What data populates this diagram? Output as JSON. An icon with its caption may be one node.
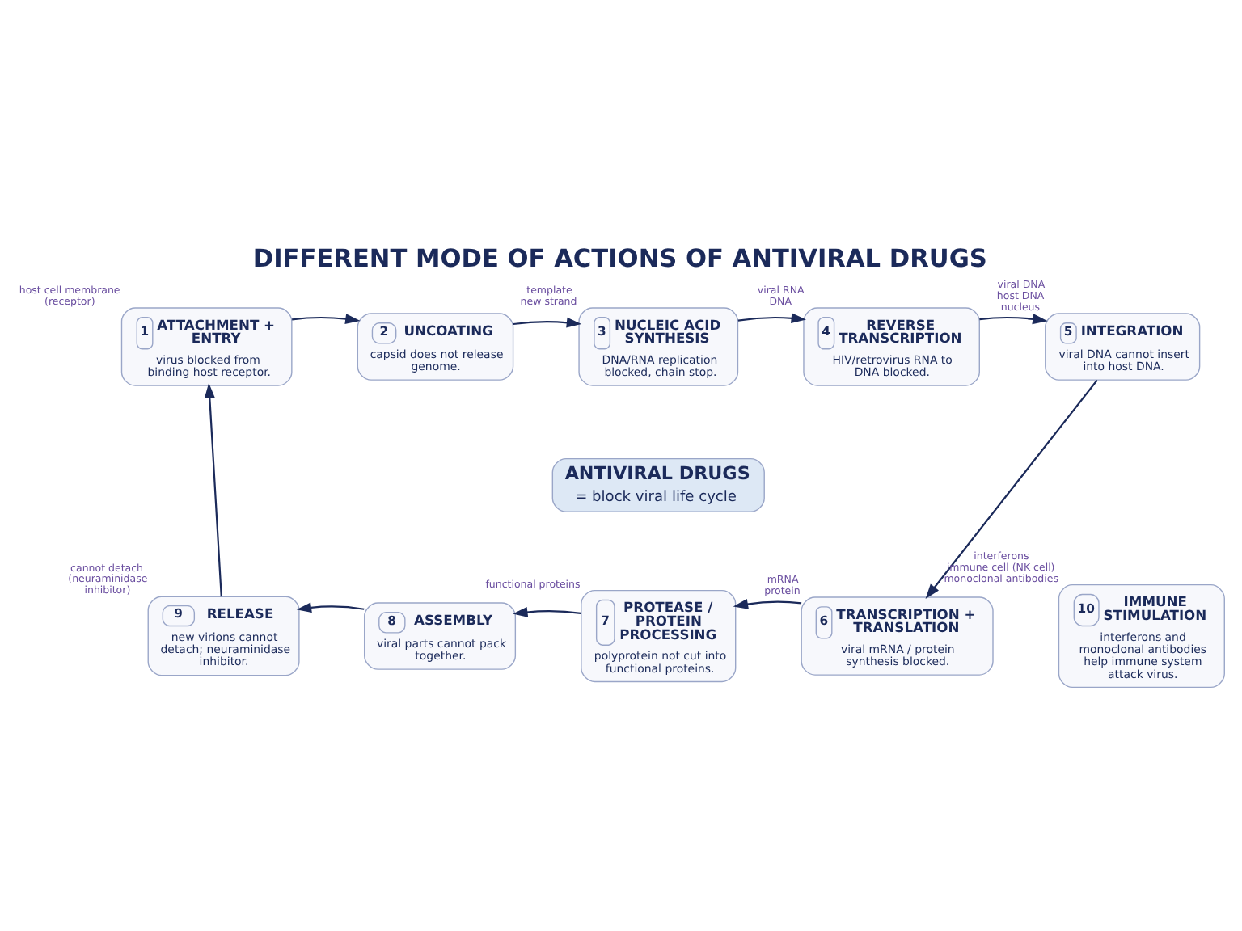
{
  "diagram": {
    "title": "DIFFERENT MODE OF ACTIONS OF ANTIVIRAL DRUGS",
    "nodes": [
      {
        "text": [
          "1",
          "ATTACHMENT + ENTRY",
          "virus blocked from binding host receptor."
        ],
        "beside": [
          "host cell membrane (receptor)"
        ]
      },
      {
        "text": [
          "2",
          "UNCOATING",
          "capsid does not release genome."
        ]
      },
      {
        "text": [
          "3",
          "NUCLEIC ACID SYNTHESIS",
          "DNA/RNA replication blocked, chain stop."
        ],
        "beside": [
          "template",
          "new strand"
        ]
      },
      {
        "text": [
          "4",
          "REVERSE TRANSCRIPTION",
          "HIV/retrovirus RNA to DNA blocked."
        ],
        "beside": [
          "viral RNA",
          "DNA"
        ]
      },
      {
        "text": [
          "5",
          "INTEGRATION",
          "viral DNA cannot insert into host DNA."
        ],
        "beside": [
          "viral DNA",
          "host DNA",
          "nucleus"
        ]
      },
      {
        "text": [
          "ANTIVIRAL DRUGS",
          "= block viral life cycle"
        ]
      },
      {
        "text": [
          "9",
          "RELEASE",
          "new virions cannot detach; neuraminidase inhibitor."
        ],
        "beside": [
          "cannot detach (neuraminidase inhibitor)"
        ]
      },
      {
        "text": [
          "8",
          "ASSEMBLY",
          "viral parts cannot pack together."
        ]
      },
      {
        "text": [
          "7",
          "PROTEASE / PROTEIN PROCESSING",
          "polyprotein not cut into functional proteins."
        ],
        "beside": [
          "functional proteins"
        ]
      },
      {
        "text": [
          "6",
          "TRANSCRIPTION + TRANSLATION",
          "viral mRNA / protein synthesis blocked."
        ],
        "beside": [
          "mRNA",
          "protein"
        ]
      },
      {
        "text": [
          "10",
          "IMMUNE STIMULATION",
          "interferons and monoclonal antibodies help immune system attack virus."
        ],
        "beside": [
          "interferons",
          "immune cell (NK cell)",
          "monoclonal antibodies"
        ]
      }
    ],
    "edges": [
      {
        "from": 0,
        "to": 1,
        "arrow": "to"
      },
      {
        "from": 1,
        "to": 2,
        "arrow": "to"
      },
      {
        "from": 2,
        "to": 3,
        "arrow": "to"
      },
      {
        "from": 3,
        "to": 4,
        "arrow": "to"
      },
      {
        "from": 4,
        "to": 9,
        "arrow": "to"
      },
      {
        "from": 9,
        "to": 8,
        "arrow": "to"
      },
      {
        "from": 8,
        "to": 7,
        "arrow": "to"
      },
      {
        "from": 7,
        "to": 6,
        "arrow": "to"
      },
      {
        "from": 6,
        "to": 0,
        "arrow": "to"
      }
    ]
  }
}
